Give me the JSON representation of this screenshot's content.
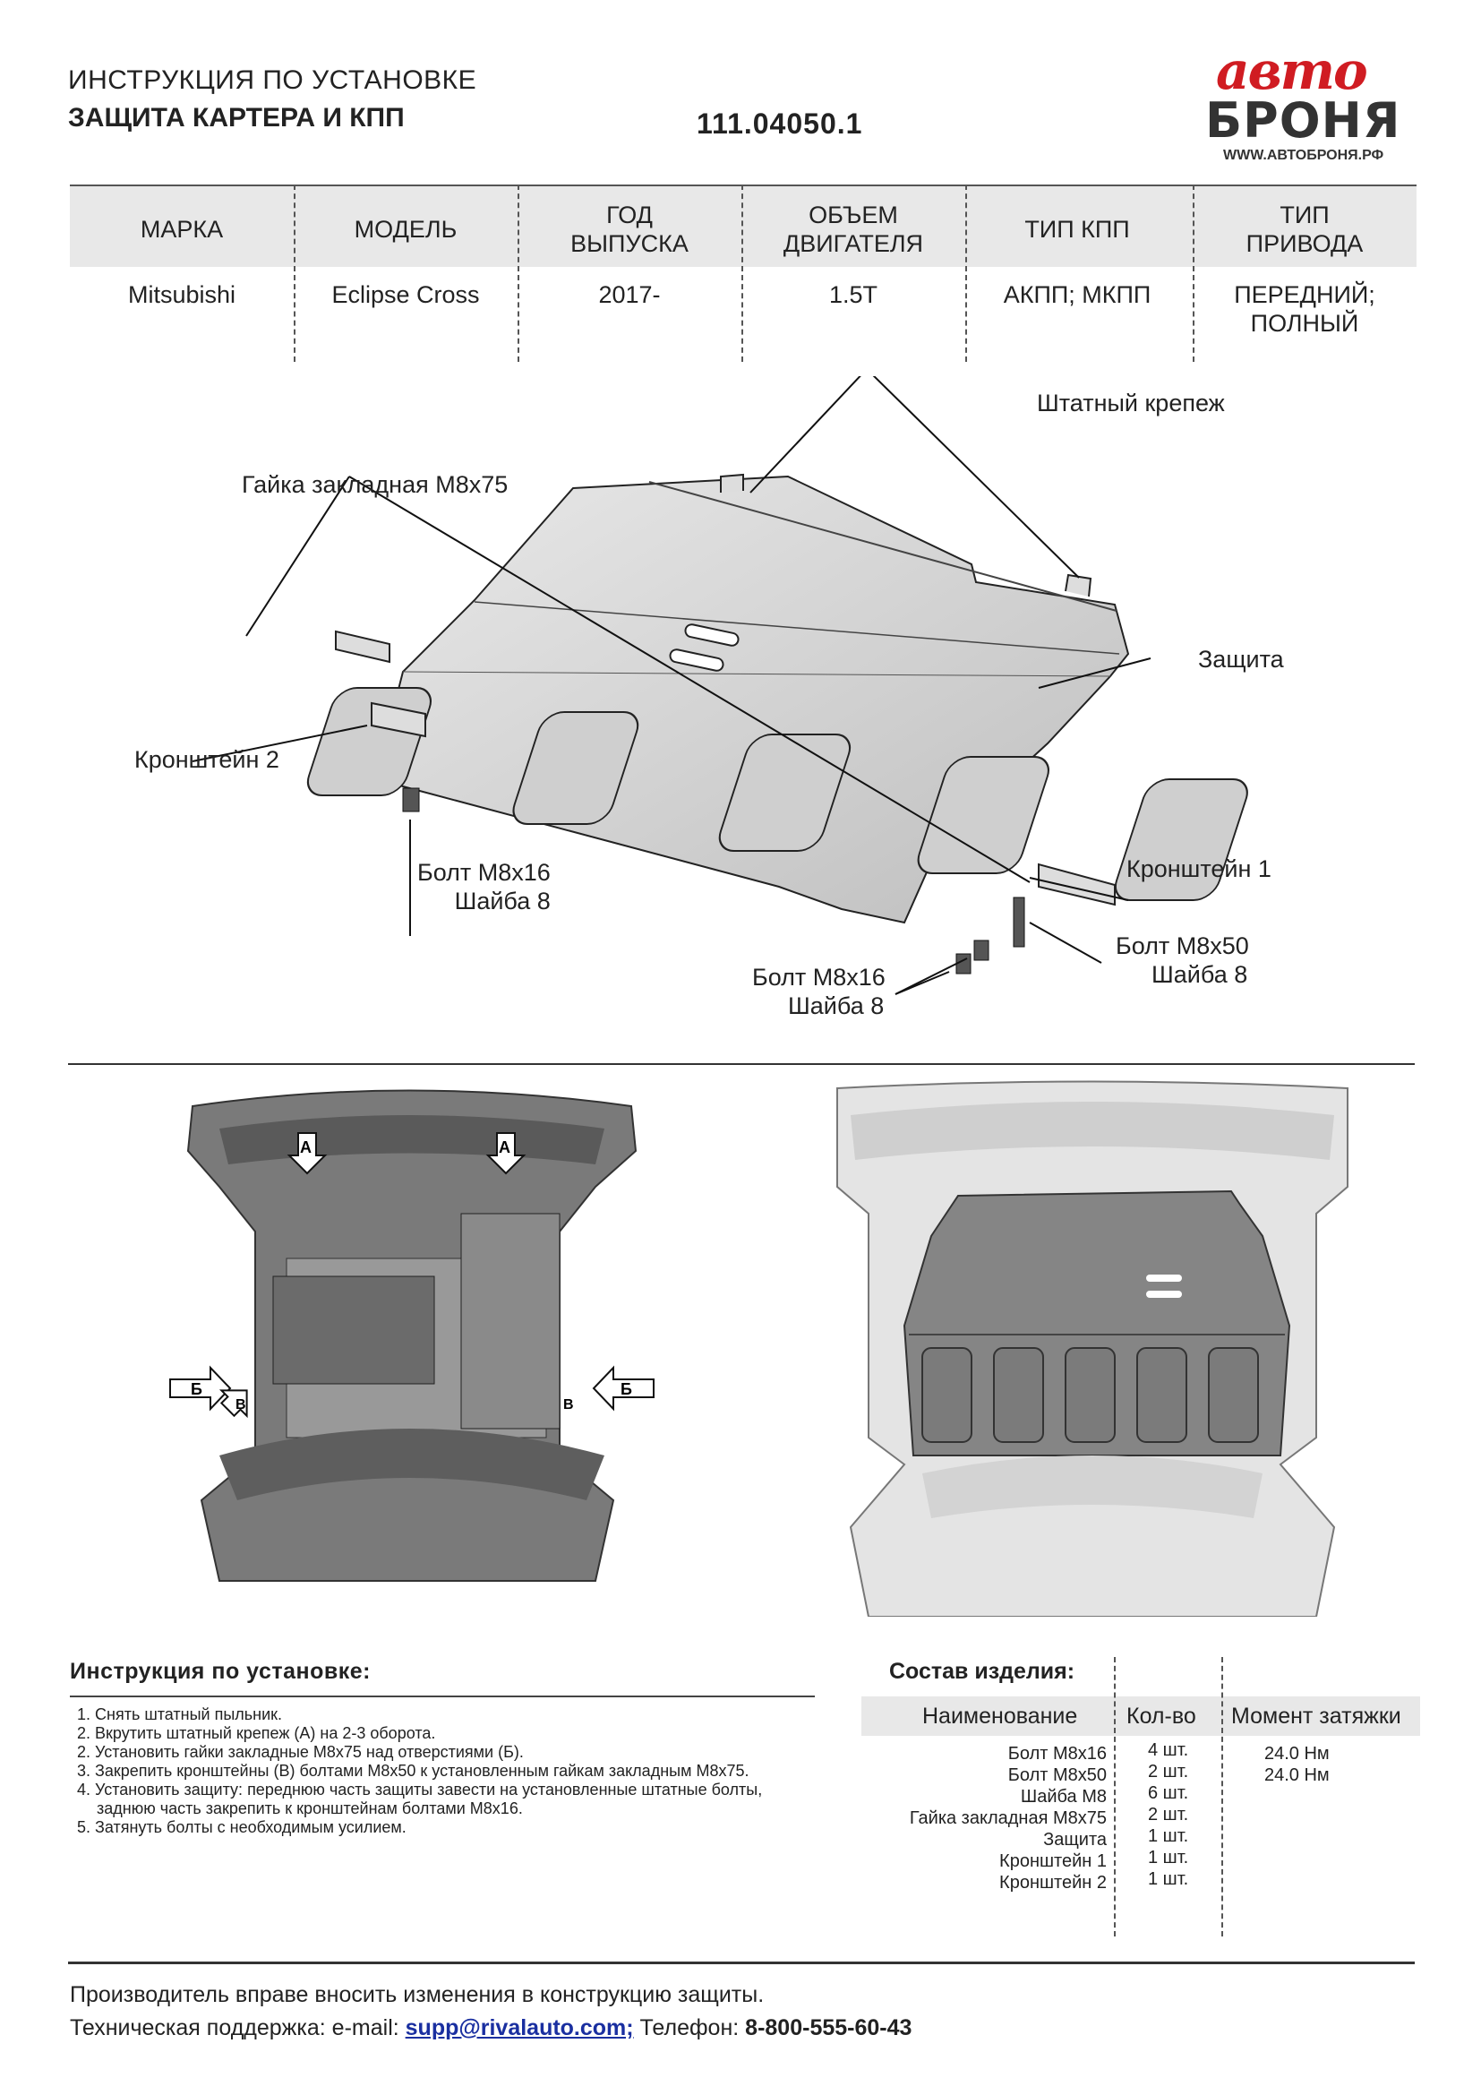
{
  "header": {
    "title_line1": "ИНСТРУКЦИЯ ПО УСТАНОВКЕ",
    "title_line2": "ЗАЩИТА КАРТЕРА И КПП",
    "article": "111.04050.1"
  },
  "logo": {
    "script": "авто",
    "brand": "БРОНЯ",
    "url": "WWW.АВТОБРОНЯ.РФ",
    "accent_color": "#d01c22"
  },
  "vehicle_table": {
    "headers": [
      {
        "line1": "МАРКА",
        "line2": ""
      },
      {
        "line1": "МОДЕЛЬ",
        "line2": ""
      },
      {
        "line1": "ГОД",
        "line2": "ВЫПУСКА"
      },
      {
        "line1": "ОБЪЕМ",
        "line2": "ДВИГАТЕЛЯ"
      },
      {
        "line1": "ТИП КПП",
        "line2": ""
      },
      {
        "line1": "ТИП",
        "line2": "ПРИВОДА"
      }
    ],
    "values": [
      {
        "line1": "Mitsubishi",
        "line2": ""
      },
      {
        "line1": "Eclipse Cross",
        "line2": ""
      },
      {
        "line1": "2017-",
        "line2": ""
      },
      {
        "line1": "1.5T",
        "line2": ""
      },
      {
        "line1": "АКПП; МКПП",
        "line2": ""
      },
      {
        "line1": "ПЕРЕДНИЙ;",
        "line2": "ПОЛНЫЙ"
      }
    ]
  },
  "diagram_labels": {
    "stock_fastener": "Штатный крепеж",
    "nut": "Гайка закладная М8х75",
    "guard": "Защита",
    "bracket2": "Кронштейн 2",
    "bracket1": "Кронштейн 1",
    "bolt16_left_1": "Болт М8х16",
    "bolt16_left_2": "Шайба 8",
    "bolt16_mid_1": "Болт М8х16",
    "bolt16_mid_2": "Шайба 8",
    "bolt50_1": "Болт М8х50",
    "bolt50_2": "Шайба 8"
  },
  "photo_markers": {
    "a": "А",
    "b": "Б",
    "v": "В"
  },
  "instructions": {
    "title": "Инструкция по установке:",
    "steps": [
      "1. Снять штатный пыльник.",
      "2. Вкрутить штатный крепеж (А) на 2-3 оборота.",
      "2. Установить гайки закладные М8х75 над отверстиями (Б).",
      "3. Закрепить кронштейны (В) болтами М8х50 к установленным гайкам закладным М8х75.",
      "4. Установить защиту: переднюю часть защиты завести на установленные штатные болты, заднюю часть закрепить к кронштейнам болтами М8х16.",
      "5. Затянуть болты с необходимым усилием."
    ]
  },
  "composition": {
    "title": "Состав изделия:",
    "col_name": "Наименование",
    "col_qty": "Кол-во",
    "col_torque": "Момент затяжки",
    "rows": [
      {
        "name": "Болт М8х16",
        "qty": "4 шт.",
        "torque": "24.0 Нм"
      },
      {
        "name": "Болт М8х50",
        "qty": "2 шт.",
        "torque": "24.0 Нм"
      },
      {
        "name": "Шайба М8",
        "qty": "6 шт.",
        "torque": ""
      },
      {
        "name": "Гайка закладная М8х75",
        "qty": "2 шт.",
        "torque": ""
      },
      {
        "name": "Защита",
        "qty": "1 шт.",
        "torque": ""
      },
      {
        "name": "Кронштейн 1",
        "qty": "1 шт.",
        "torque": ""
      },
      {
        "name": "Кронштейн 2",
        "qty": "1 шт.",
        "torque": ""
      }
    ]
  },
  "footer": {
    "line1": "Производитель вправе вносить изменения в конструкцию защиты.",
    "support_label": "Техническая поддержка:  e-mail: ",
    "email": "supp@rivalauto.com;",
    "phone_label": " Телефон: ",
    "phone": "8-800-555-60-43"
  }
}
